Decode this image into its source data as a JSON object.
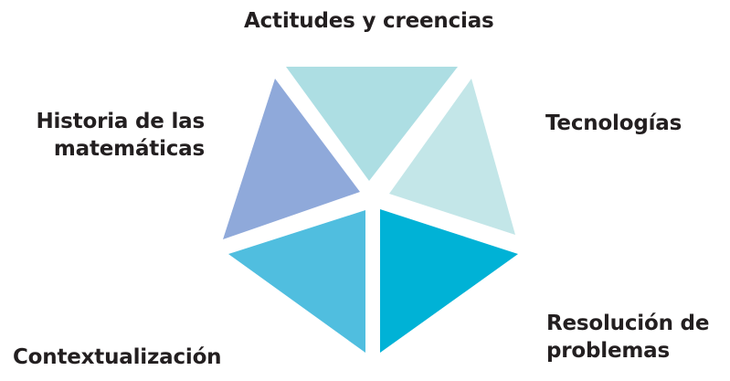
{
  "segments": [
    {
      "id": "top",
      "label_lines": [
        "Actitudes y creencias"
      ],
      "color": "#addee3"
    },
    {
      "id": "right",
      "label_lines": [
        "Tecnologías"
      ],
      "color": "#c3e6e8"
    },
    {
      "id": "bottom-right",
      "label_lines": [
        "Resolución de",
        "problemas"
      ],
      "color": "#00b2d6"
    },
    {
      "id": "bottom-left",
      "label_lines": [
        "Contextualización"
      ],
      "color": "#50bedf"
    },
    {
      "id": "left",
      "label_lines": [
        "Historia de las",
        "matemáticas"
      ],
      "color": "#8fa9da"
    }
  ]
}
